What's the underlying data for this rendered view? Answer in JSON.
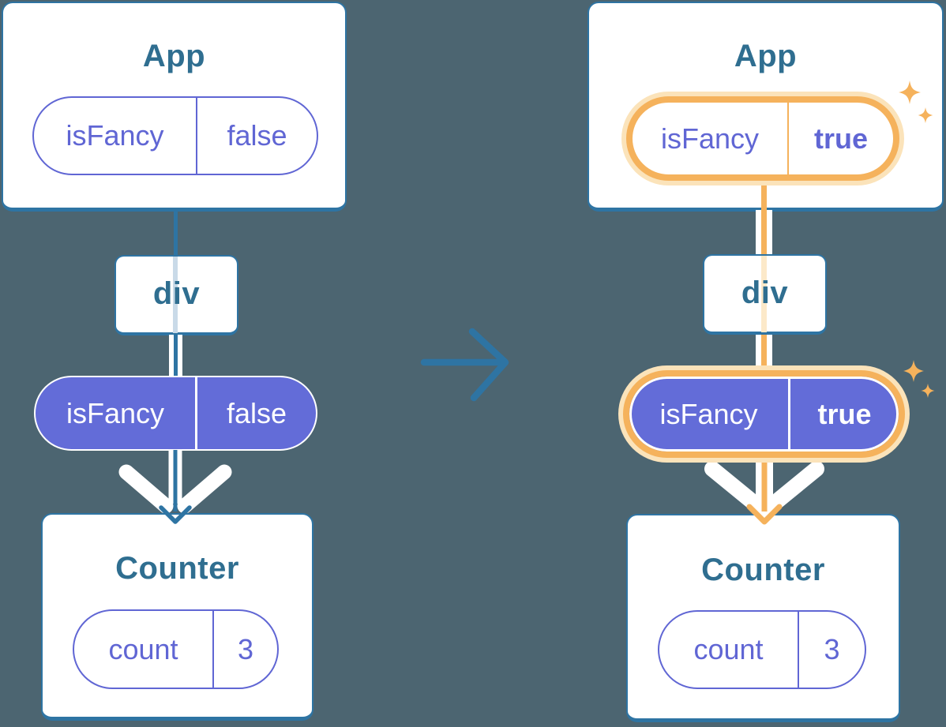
{
  "colors": {
    "bg": "#4C6571",
    "line": "#2E74A3",
    "title": "#2F6E90",
    "purple": "#636CD8",
    "purpleText": "#6066D4",
    "orange": "#F5B25C",
    "orangePale": "#FBE3BA",
    "orangeSoft": "#FCE9C9",
    "blueSoft": "#C9DAE8",
    "white": "#FFFFFF"
  },
  "before": {
    "app": {
      "title": "App",
      "state": {
        "name": "isFancy",
        "value": "false"
      }
    },
    "container": {
      "label": "div"
    },
    "prop": {
      "name": "isFancy",
      "value": "false"
    },
    "counter": {
      "title": "Counter",
      "state": {
        "name": "count",
        "value": "3"
      }
    }
  },
  "after": {
    "app": {
      "title": "App",
      "state": {
        "name": "isFancy",
        "value": "true"
      }
    },
    "container": {
      "label": "div"
    },
    "prop": {
      "name": "isFancy",
      "value": "true"
    },
    "counter": {
      "title": "Counter",
      "state": {
        "name": "count",
        "value": "3"
      }
    }
  }
}
